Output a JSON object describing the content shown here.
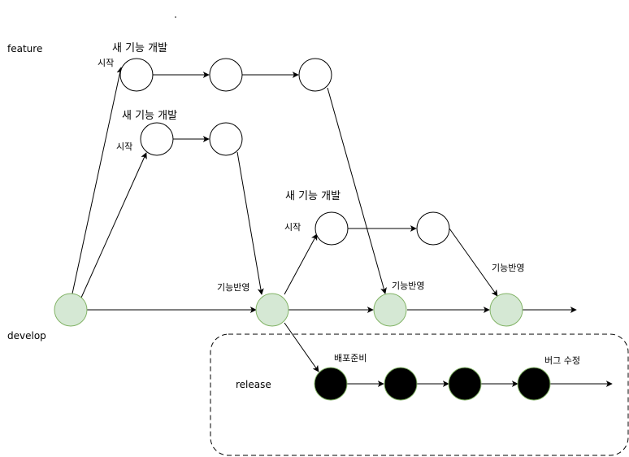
{
  "lanes": {
    "feature": "feature",
    "develop": "develop",
    "release": "release"
  },
  "labels": {
    "new_feature": "새 기능 개발",
    "start": "시작",
    "merge_feature": "기능반영",
    "release_prep": "배포준비",
    "bug_fix": "버그 수정"
  },
  "colors": {
    "develop_fill": "#d5e8d4",
    "develop_stroke": "#82b366",
    "release_fill": "#000000",
    "release_stroke": "#82b366",
    "feature_fill": "#ffffff",
    "feature_stroke": "#000000"
  }
}
